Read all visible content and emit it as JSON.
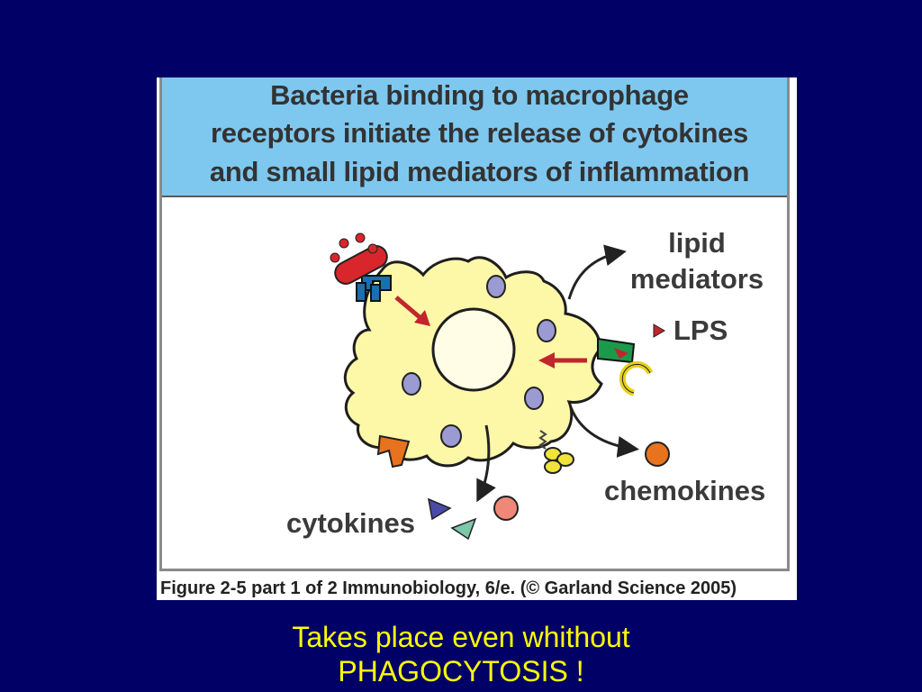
{
  "figure": {
    "title_lines": [
      "Bacteria binding to macrophage",
      "receptors initiate the release of cytokines",
      "and small lipid mediators of inflammation"
    ],
    "labels": {
      "lipid_mediators_line1": "lipid",
      "lipid_mediators_line2": "mediators",
      "lps": "LPS",
      "chemokines": "chemokines",
      "cytokines": "cytokines"
    },
    "caption": "Figure 2-5 part 1 of 2  Immunobiology, 6/e. (© Garland Science 2005)"
  },
  "slide": {
    "line1": "Takes place even whithout",
    "line2": "PHAGOCYTOSIS !"
  },
  "colors": {
    "background": "#000066",
    "header_fill": "#7ec8f0",
    "cell_fill": "#fdf7a8",
    "vesicle": "#9c9ad2",
    "arrow_red": "#c0262c",
    "slide_text": "#ffff00"
  }
}
